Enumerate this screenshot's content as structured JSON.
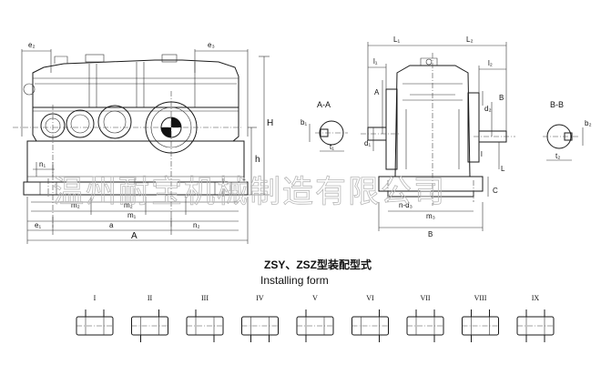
{
  "watermark": "温州耐宝机械制造有限公司",
  "front_view": {
    "dims": {
      "e2": "e₂",
      "e3": "e₃",
      "H": "H",
      "h": "h",
      "n1": "n₁",
      "m2_left": "m₂",
      "m2_right": "m₂",
      "m1": "m₁",
      "e1": "e₁",
      "a": "a",
      "n2": "n₂",
      "A": "A"
    }
  },
  "side_view": {
    "dims": {
      "L1": "L₁",
      "L2": "L₂",
      "l1": "l₁",
      "l2": "l₂",
      "A": "A",
      "B_right": "B",
      "d1": "d₁",
      "d2": "d₂",
      "l": "l",
      "L": "L",
      "C": "C",
      "n_d3": "n-d₃",
      "m3": "m₃",
      "B_bottom": "B"
    }
  },
  "section_aa": {
    "title": "A-A",
    "b1": "b₁",
    "t1": "t₁"
  },
  "section_bb": {
    "title": "B-B",
    "b2": "b₂",
    "t2": "t₂"
  },
  "caption": {
    "title": "ZSY、ZSZ型装配型式",
    "subtitle": "Installing form"
  },
  "installing_forms": [
    "I",
    "II",
    "III",
    "IV",
    "V",
    "VI",
    "VII",
    "VIII",
    "IX"
  ]
}
